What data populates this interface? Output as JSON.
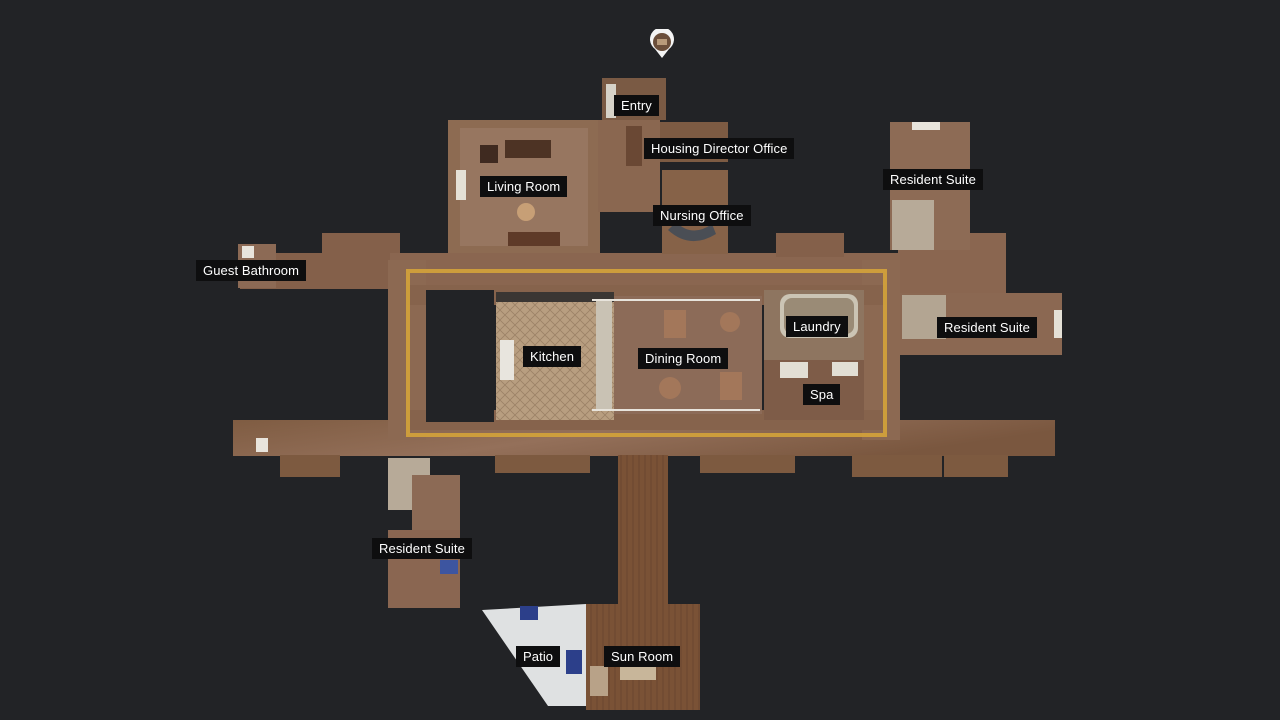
{
  "viewer": {
    "view_mode": "dollhouse-top-down",
    "background_color": "#222326",
    "floor_color": "#8a6448",
    "highlight_color": "#d4a33a"
  },
  "entry_marker": {
    "icon": "location-pin-icon"
  },
  "rooms": [
    {
      "label": "Entry"
    },
    {
      "label": "Housing Director Office"
    },
    {
      "label": "Living Room"
    },
    {
      "label": "Resident Suite"
    },
    {
      "label": "Nursing Office"
    },
    {
      "label": "Guest Bathroom"
    },
    {
      "label": "Laundry"
    },
    {
      "label": "Resident Suite"
    },
    {
      "label": "Kitchen"
    },
    {
      "label": "Dining Room"
    },
    {
      "label": "Spa"
    },
    {
      "label": "Resident Suite"
    },
    {
      "label": "Patio"
    },
    {
      "label": "Sun Room"
    }
  ]
}
